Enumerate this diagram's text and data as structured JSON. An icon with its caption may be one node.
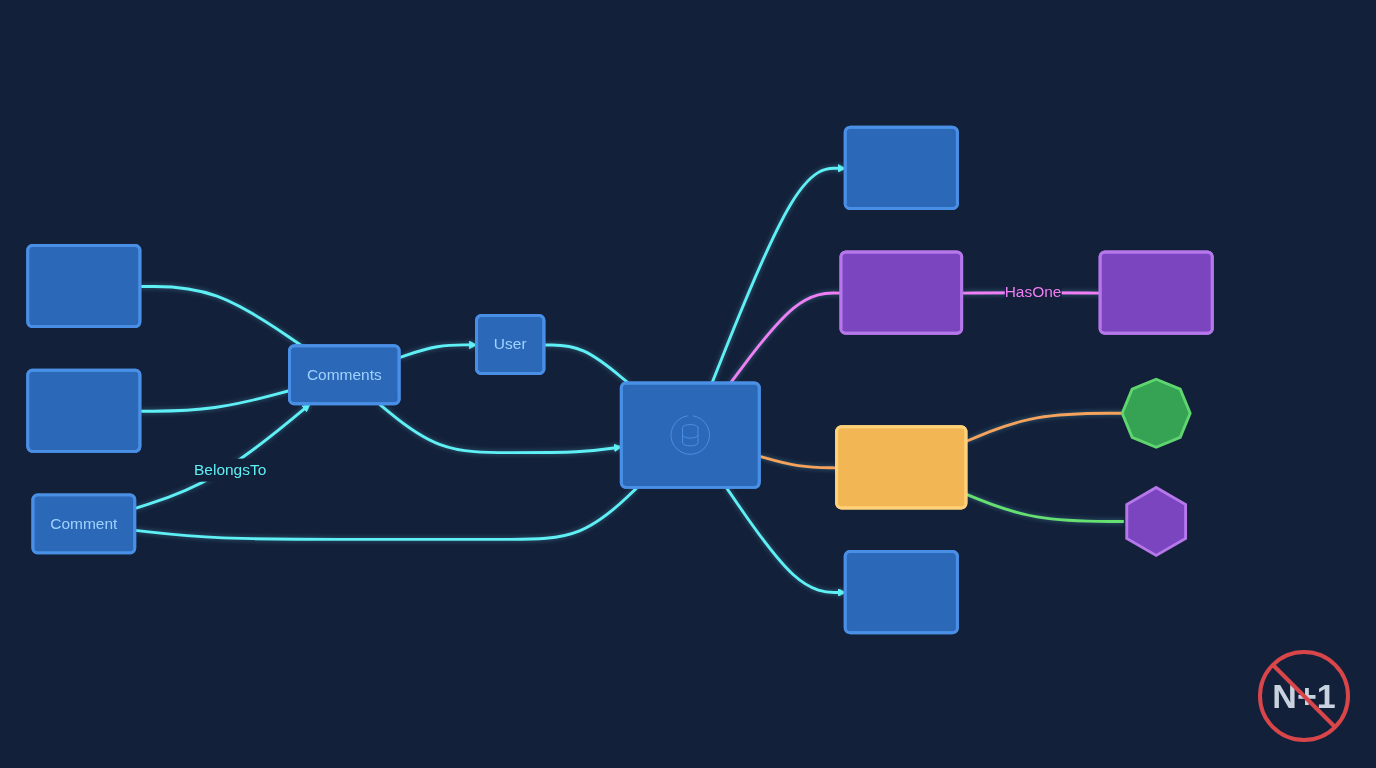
{
  "diagram": {
    "nodes": [
      {
        "text": [
          "User"
        ]
      },
      {
        "text": [],
        "shape": "box"
      },
      {
        "text": [],
        "shape": "box"
      },
      {
        "text": [],
        "shape": "box"
      },
      {
        "text": [],
        "shape": "box"
      },
      {
        "text": [
          "Comments"
        ]
      },
      {
        "text": [],
        "shape": "box"
      },
      {
        "text": [],
        "shape": "box"
      },
      {
        "text": [],
        "shape": "box"
      },
      {
        "text": [
          "Comment"
        ]
      },
      {
        "text": [],
        "shape": "box"
      },
      {
        "text": [],
        "shape": "octagon"
      },
      {
        "text": [],
        "shape": "hexagon"
      }
    ],
    "edges": [
      {
        "from": 5,
        "to": 0,
        "arrow": "to"
      },
      {
        "from": 0,
        "to": 6,
        "arrow": "none"
      },
      {
        "from": 6,
        "to": 1,
        "arrow": "to"
      },
      {
        "from": 4,
        "to": 5,
        "arrow": "none"
      },
      {
        "from": 5,
        "to": 6,
        "arrow": "to"
      },
      {
        "from": 8,
        "to": 5,
        "arrow": "none"
      },
      {
        "from": 9,
        "to": 5,
        "label": "BelongsTo",
        "arrow": "to"
      },
      {
        "from": 9,
        "to": 6,
        "arrow": "none"
      },
      {
        "from": 6,
        "to": 10,
        "arrow": "to"
      },
      {
        "from": 6,
        "to": 2,
        "arrow": "none",
        "color": "#f07ef5"
      },
      {
        "from": 2,
        "to": 3,
        "label": "HasOne",
        "arrow": "none",
        "color": "#f07ef5"
      },
      {
        "from": 6,
        "to": 7,
        "arrow": "none",
        "color": "#f4a25c"
      },
      {
        "from": 7,
        "to": 11,
        "arrow": "none",
        "color": "#f4a25c"
      },
      {
        "from": 7,
        "to": 12,
        "arrow": "none",
        "color": "#66e070"
      }
    ],
    "labels": [
      "N+1"
    ]
  }
}
